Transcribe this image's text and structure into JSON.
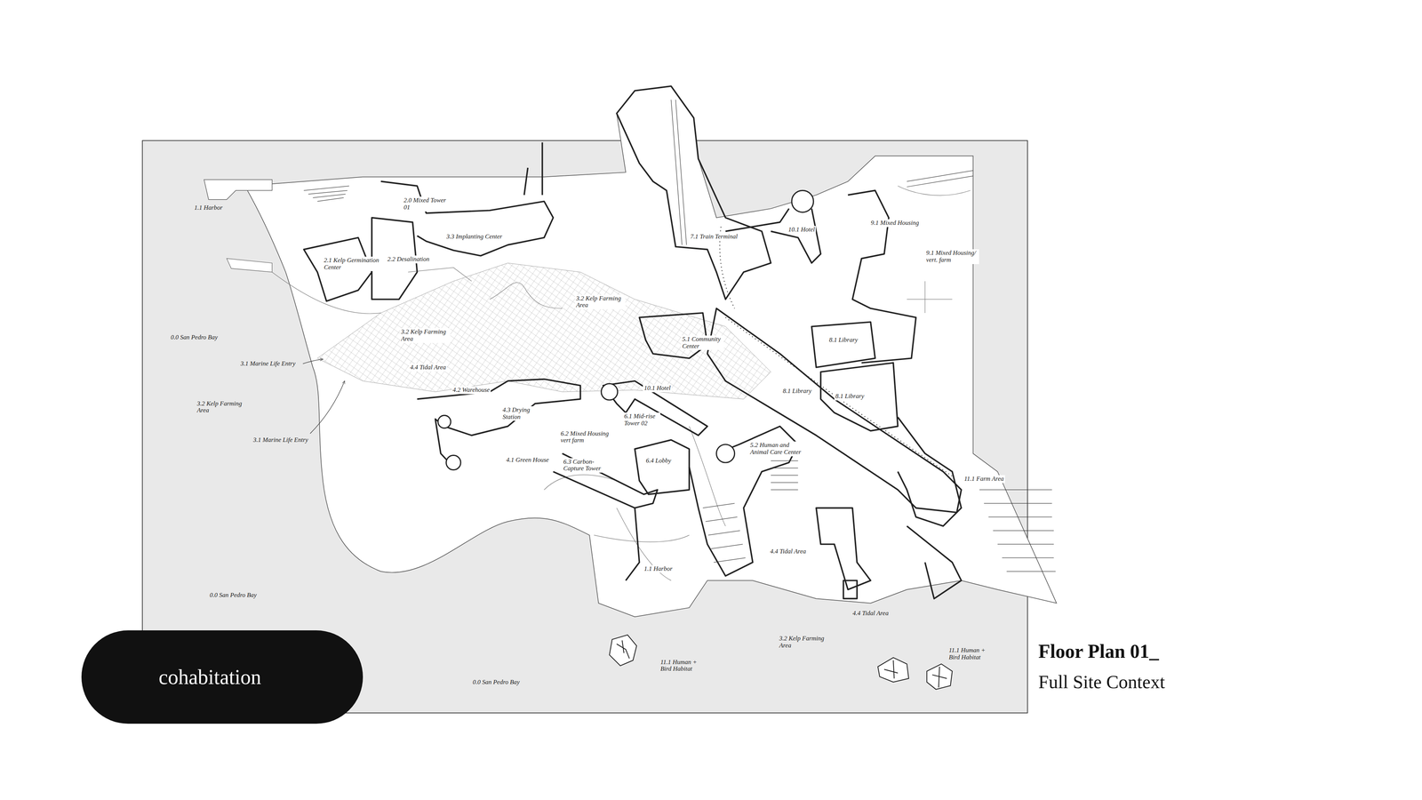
{
  "diagram": {
    "title": "Floor Plan 01_",
    "caption": "Full Site Context",
    "nodes": [
      {
        "text": [
          "cohabitation"
        ]
      }
    ],
    "labels": [
      "1.1 Harbor",
      "2.0 Mixed Tower 01",
      "3.3 Implanting Center",
      "2.1 Kelp Germination Center",
      "2.2 Desalination",
      "3.2 Kelp Farming Area",
      "3.2 Kelp Farming Area",
      "0.0 San Pedro Bay",
      "3.1 Marine Life Entry",
      "4.4 Tidal Area",
      "3.2 Kelp Farming Area",
      "4.2 Warehouse",
      "4.3 Drying Station",
      "3.1 Marine Life Entry",
      "4.1 Green House",
      "7.1 Train Terminal",
      "10.1 Hotel",
      "9.1 Mixed Housing",
      "9.1 Mixed Housing/ vert. farm",
      "5.1 Community Center",
      "8.1 Library",
      "8.1 Library",
      "8.1 Library",
      "10.1 Hotel",
      "6.1 Mid-rise Tower 02",
      "6.2 Mixed Housing vert farm",
      "6.3 Carbon-Capture Tower",
      "6.4 Lobby",
      "5.2 Human and Animal Care Center",
      "11.1 Farm Area",
      "4.4 Tidal Area",
      "1.1 Harbor",
      "0.0 San Pedro Bay",
      "4.4 Tidal Area",
      "3.2 Kelp Farming Area",
      "11.1 Human + Bird Habitat",
      "11.1 Human + Bird Habitat",
      "0.0 San Pedro Bay"
    ]
  }
}
